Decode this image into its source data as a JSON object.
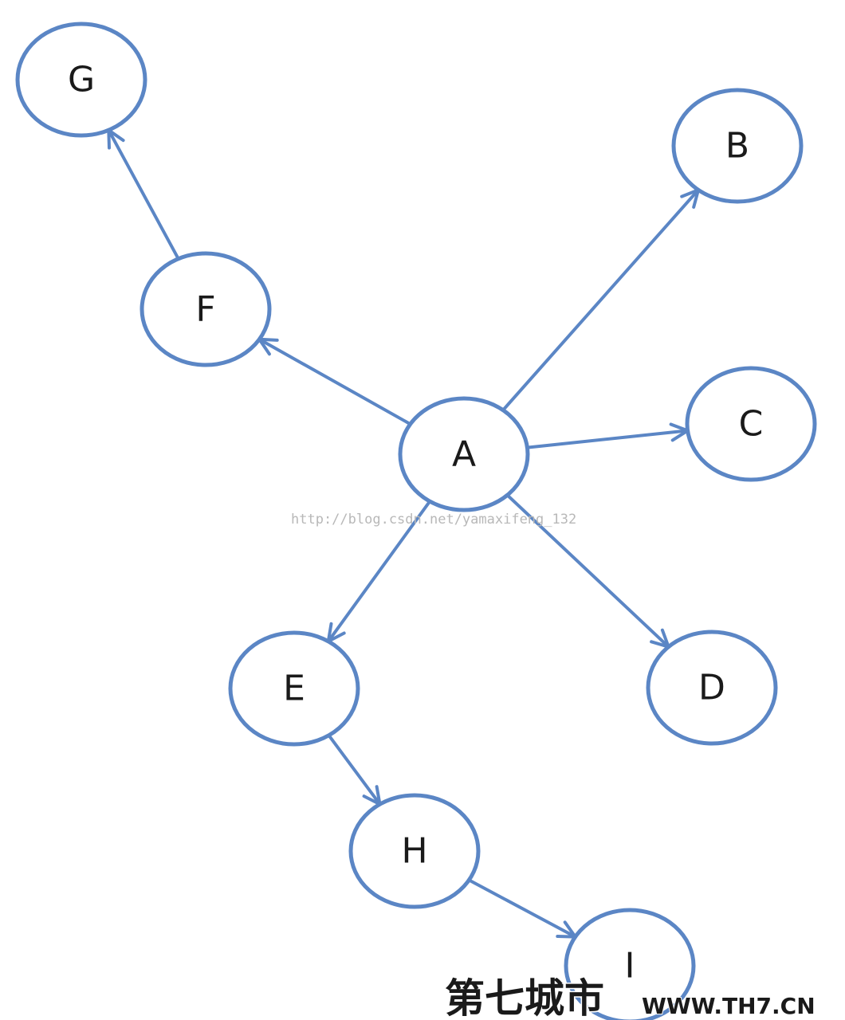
{
  "diagram": {
    "nodes": [
      {
        "id": "A",
        "label": "A"
      },
      {
        "id": "B",
        "label": "B"
      },
      {
        "id": "C",
        "label": "C"
      },
      {
        "id": "D",
        "label": "D"
      },
      {
        "id": "E",
        "label": "E"
      },
      {
        "id": "F",
        "label": "F"
      },
      {
        "id": "G",
        "label": "G"
      },
      {
        "id": "H",
        "label": "H"
      },
      {
        "id": "I",
        "label": "I"
      }
    ],
    "edges": [
      {
        "from": "A",
        "to": "B"
      },
      {
        "from": "A",
        "to": "C"
      },
      {
        "from": "A",
        "to": "D"
      },
      {
        "from": "A",
        "to": "E"
      },
      {
        "from": "A",
        "to": "F"
      },
      {
        "from": "F",
        "to": "G"
      },
      {
        "from": "E",
        "to": "H"
      },
      {
        "from": "H",
        "to": "I"
      }
    ],
    "colors": {
      "stroke": "#5b86c5",
      "label": "#1a1a1a"
    }
  },
  "watermark": {
    "url": "http://blog.csdn.net/yamaxifeng_132",
    "brand": "第七城市",
    "site": "WWW.TH7.CN"
  }
}
